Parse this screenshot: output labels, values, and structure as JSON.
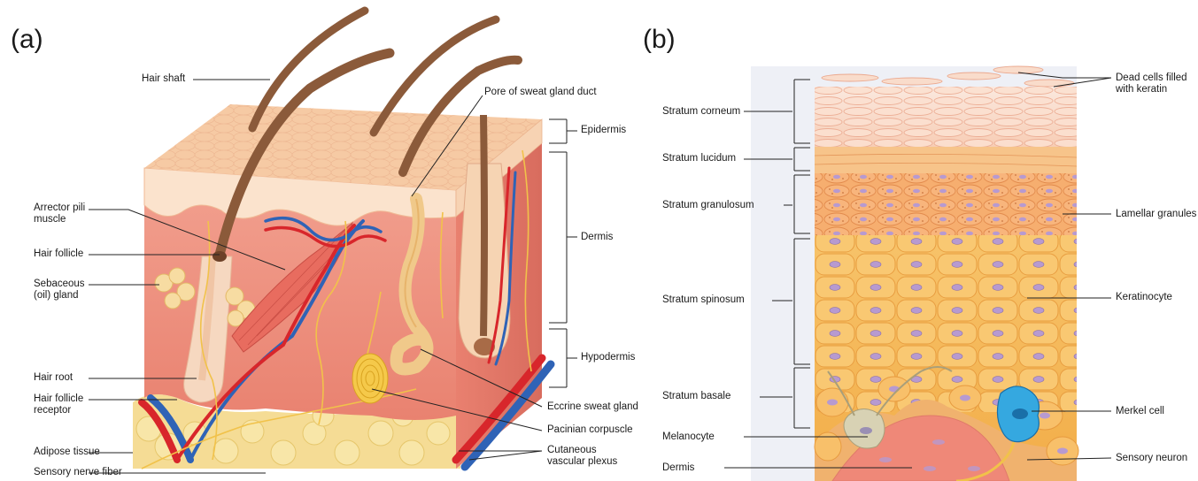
{
  "panels": {
    "a": {
      "letter": "(a)",
      "labels": {
        "hair_shaft": "Hair shaft",
        "pore": "Pore of sweat gland duct",
        "epidermis": "Epidermis",
        "dermis": "Dermis",
        "hypodermis": "Hypodermis",
        "arrector_pili": "Arrector pili muscle",
        "hair_follicle": "Hair follicle",
        "sebaceous": "Sebaceous (oil) gland",
        "hair_root": "Hair root",
        "follicle_receptor": "Hair follicle receptor",
        "adipose": "Adipose tissue",
        "sensory_nerve": "Sensory nerve fiber",
        "eccrine": "Eccrine sweat gland",
        "pacinian": "Pacinian corpuscle",
        "vascular_plexus": "Cutaneous vascular plexus"
      }
    },
    "b": {
      "letter": "(b)",
      "labels": {
        "dead_cells": "Dead cells filled with keratin",
        "corneum": "Stratum corneum",
        "lucidum": "Stratum lucidum",
        "granulosum": "Stratum granulosum",
        "lamellar": "Lamellar granules",
        "spinosum": "Stratum spinosum",
        "keratinocyte": "Keratinocyte",
        "basale": "Stratum basale",
        "merkel": "Merkel cell",
        "melanocyte": "Melanocyte",
        "sensory_neuron": "Sensory neuron",
        "dermis": "Dermis"
      }
    }
  },
  "colors": {
    "skin_surface": "#f6c9a4",
    "epidermis": "#f9dcc1",
    "dermis": "#ef8a78",
    "hypodermis_fat": "#f7e2a1",
    "hair": "#8b5a3a",
    "artery": "#d8262b",
    "vein": "#2f63b6",
    "nerve": "#f1c24a",
    "granular_layer": "#f4a55c",
    "spinous_cell": "#f8c873",
    "cell_nucleus": "#b79ad0"
  }
}
